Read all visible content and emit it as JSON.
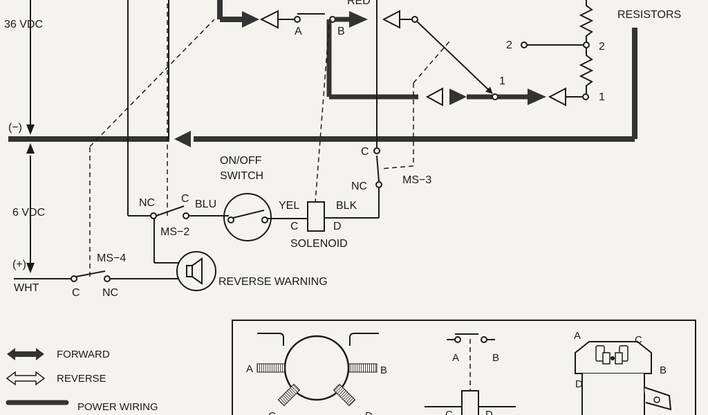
{
  "labels": {
    "red": "RED",
    "vdc36": "36 VDC",
    "vdc6": "6 VDC",
    "resistors": "RESISTORS",
    "neg": "(−)",
    "pos": "(+)",
    "wht": "WHT",
    "onoff1": "ON/OFF",
    "onoff2": "SWITCH",
    "nc_ms2": "NC",
    "c_ms2": "C",
    "blu": "BLU",
    "ms2": "MS−2",
    "yel": "YEL",
    "blk": "BLK",
    "sol_c": "C",
    "sol_d": "D",
    "solenoid": "SOLENOID",
    "c_ms3": "C",
    "nc_ms3": "NC",
    "ms3": "MS−3",
    "ms4": "MS−4",
    "c_ms4": "C",
    "nc_ms4": "NC",
    "reverse_warning": "REVERSE WARNING",
    "term_a": "A",
    "term_b": "B",
    "res2_left": "2",
    "res2_right": "2",
    "res1_mid": "1",
    "res1_right": "1"
  },
  "legend": {
    "forward": "FORWARD",
    "reverse": "REVERSE",
    "power": "POWER WIRING"
  },
  "inset": {
    "sym_a": "A",
    "sym_b": "B",
    "sym_c": "C",
    "sym_d": "D",
    "sw_a": "A",
    "sw_b": "B",
    "sol_c": "C",
    "sol_d": "D",
    "pic_a": "A",
    "pic_b": "B",
    "pic_c": "C",
    "pic_d": "D"
  },
  "colors": {
    "ink": "#1a1a1a",
    "paper": "#f4f3ef",
    "power": "#333333"
  }
}
